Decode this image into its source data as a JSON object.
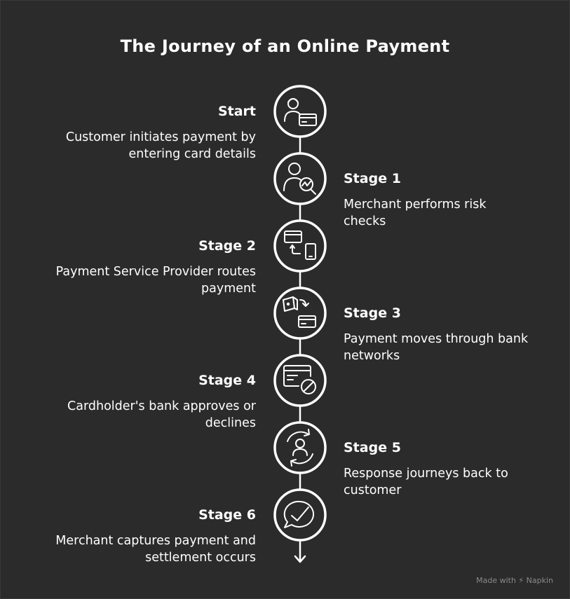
{
  "title": "The Journey of an Online Payment",
  "stages": [
    {
      "label": "Start",
      "desc": "Customer initiates payment by entering card details",
      "side": "left",
      "icon": "customer-card-icon"
    },
    {
      "label": "Stage 1",
      "desc": "Merchant performs risk checks",
      "side": "right",
      "icon": "user-risk-check-icon"
    },
    {
      "label": "Stage 2",
      "desc": "Payment Service Provider routes payment",
      "side": "left",
      "icon": "card-to-phone-routing-icon"
    },
    {
      "label": "Stage 3",
      "desc": "Payment moves through bank networks",
      "side": "right",
      "icon": "wallet-transfer-icon"
    },
    {
      "label": "Stage 4",
      "desc": "Cardholder's bank approves or declines",
      "side": "left",
      "icon": "card-declined-icon"
    },
    {
      "label": "Stage 5",
      "desc": "Response journeys back to customer",
      "side": "right",
      "icon": "user-cycle-icon"
    },
    {
      "label": "Stage 6",
      "desc": "Merchant captures payment and settlement occurs",
      "side": "left",
      "icon": "chat-check-icon"
    }
  ],
  "watermark": "Made with ⚡ Napkin",
  "colors": {
    "background": "#2b2b2b",
    "foreground": "#ffffff"
  }
}
